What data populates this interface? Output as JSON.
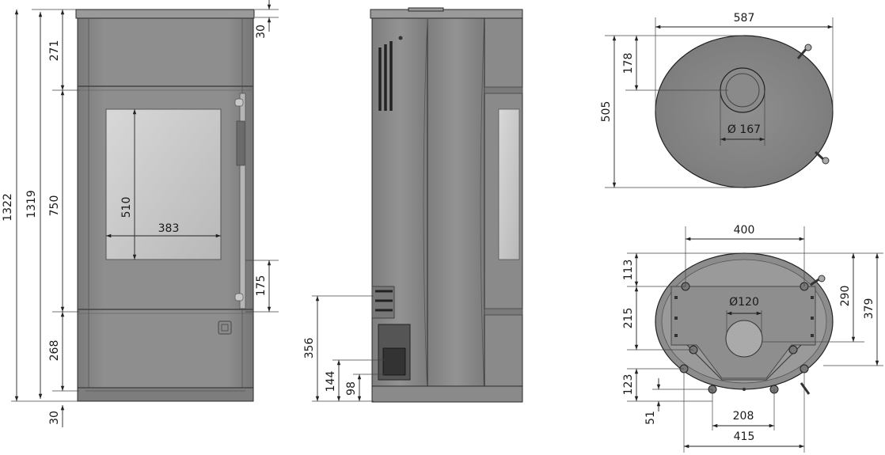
{
  "dimensions": {
    "front": {
      "total_height": "1322",
      "body_height": "1319",
      "top_offset": "30",
      "bottom_offset": "30",
      "top_section": "271",
      "door_height": "750",
      "lower_section": "268",
      "glass_height": "510",
      "glass_width": "383",
      "handle_length": "175"
    },
    "side": {
      "outlet_height": "356",
      "inlet_height": "144",
      "ash_height": "98"
    },
    "top_view": {
      "width": "587",
      "depth": "505",
      "flue_offset": "178",
      "flue_diameter": "Ø 167"
    },
    "bottom_view": {
      "bolt_spacing": "400",
      "front_to_bolt": "113",
      "bolt_to_air": "215",
      "air_diameter": "Ø120",
      "bolt_depth": "290",
      "overall_depth": "379",
      "rear_feet": "123",
      "foot_offset": "51",
      "feet_spacing": "208",
      "overall_width": "415"
    }
  },
  "colors": {
    "body": "#8a8a8a",
    "body_dark": "#6e6e6e",
    "glass": "#c9c9c9",
    "line": "#222222"
  }
}
